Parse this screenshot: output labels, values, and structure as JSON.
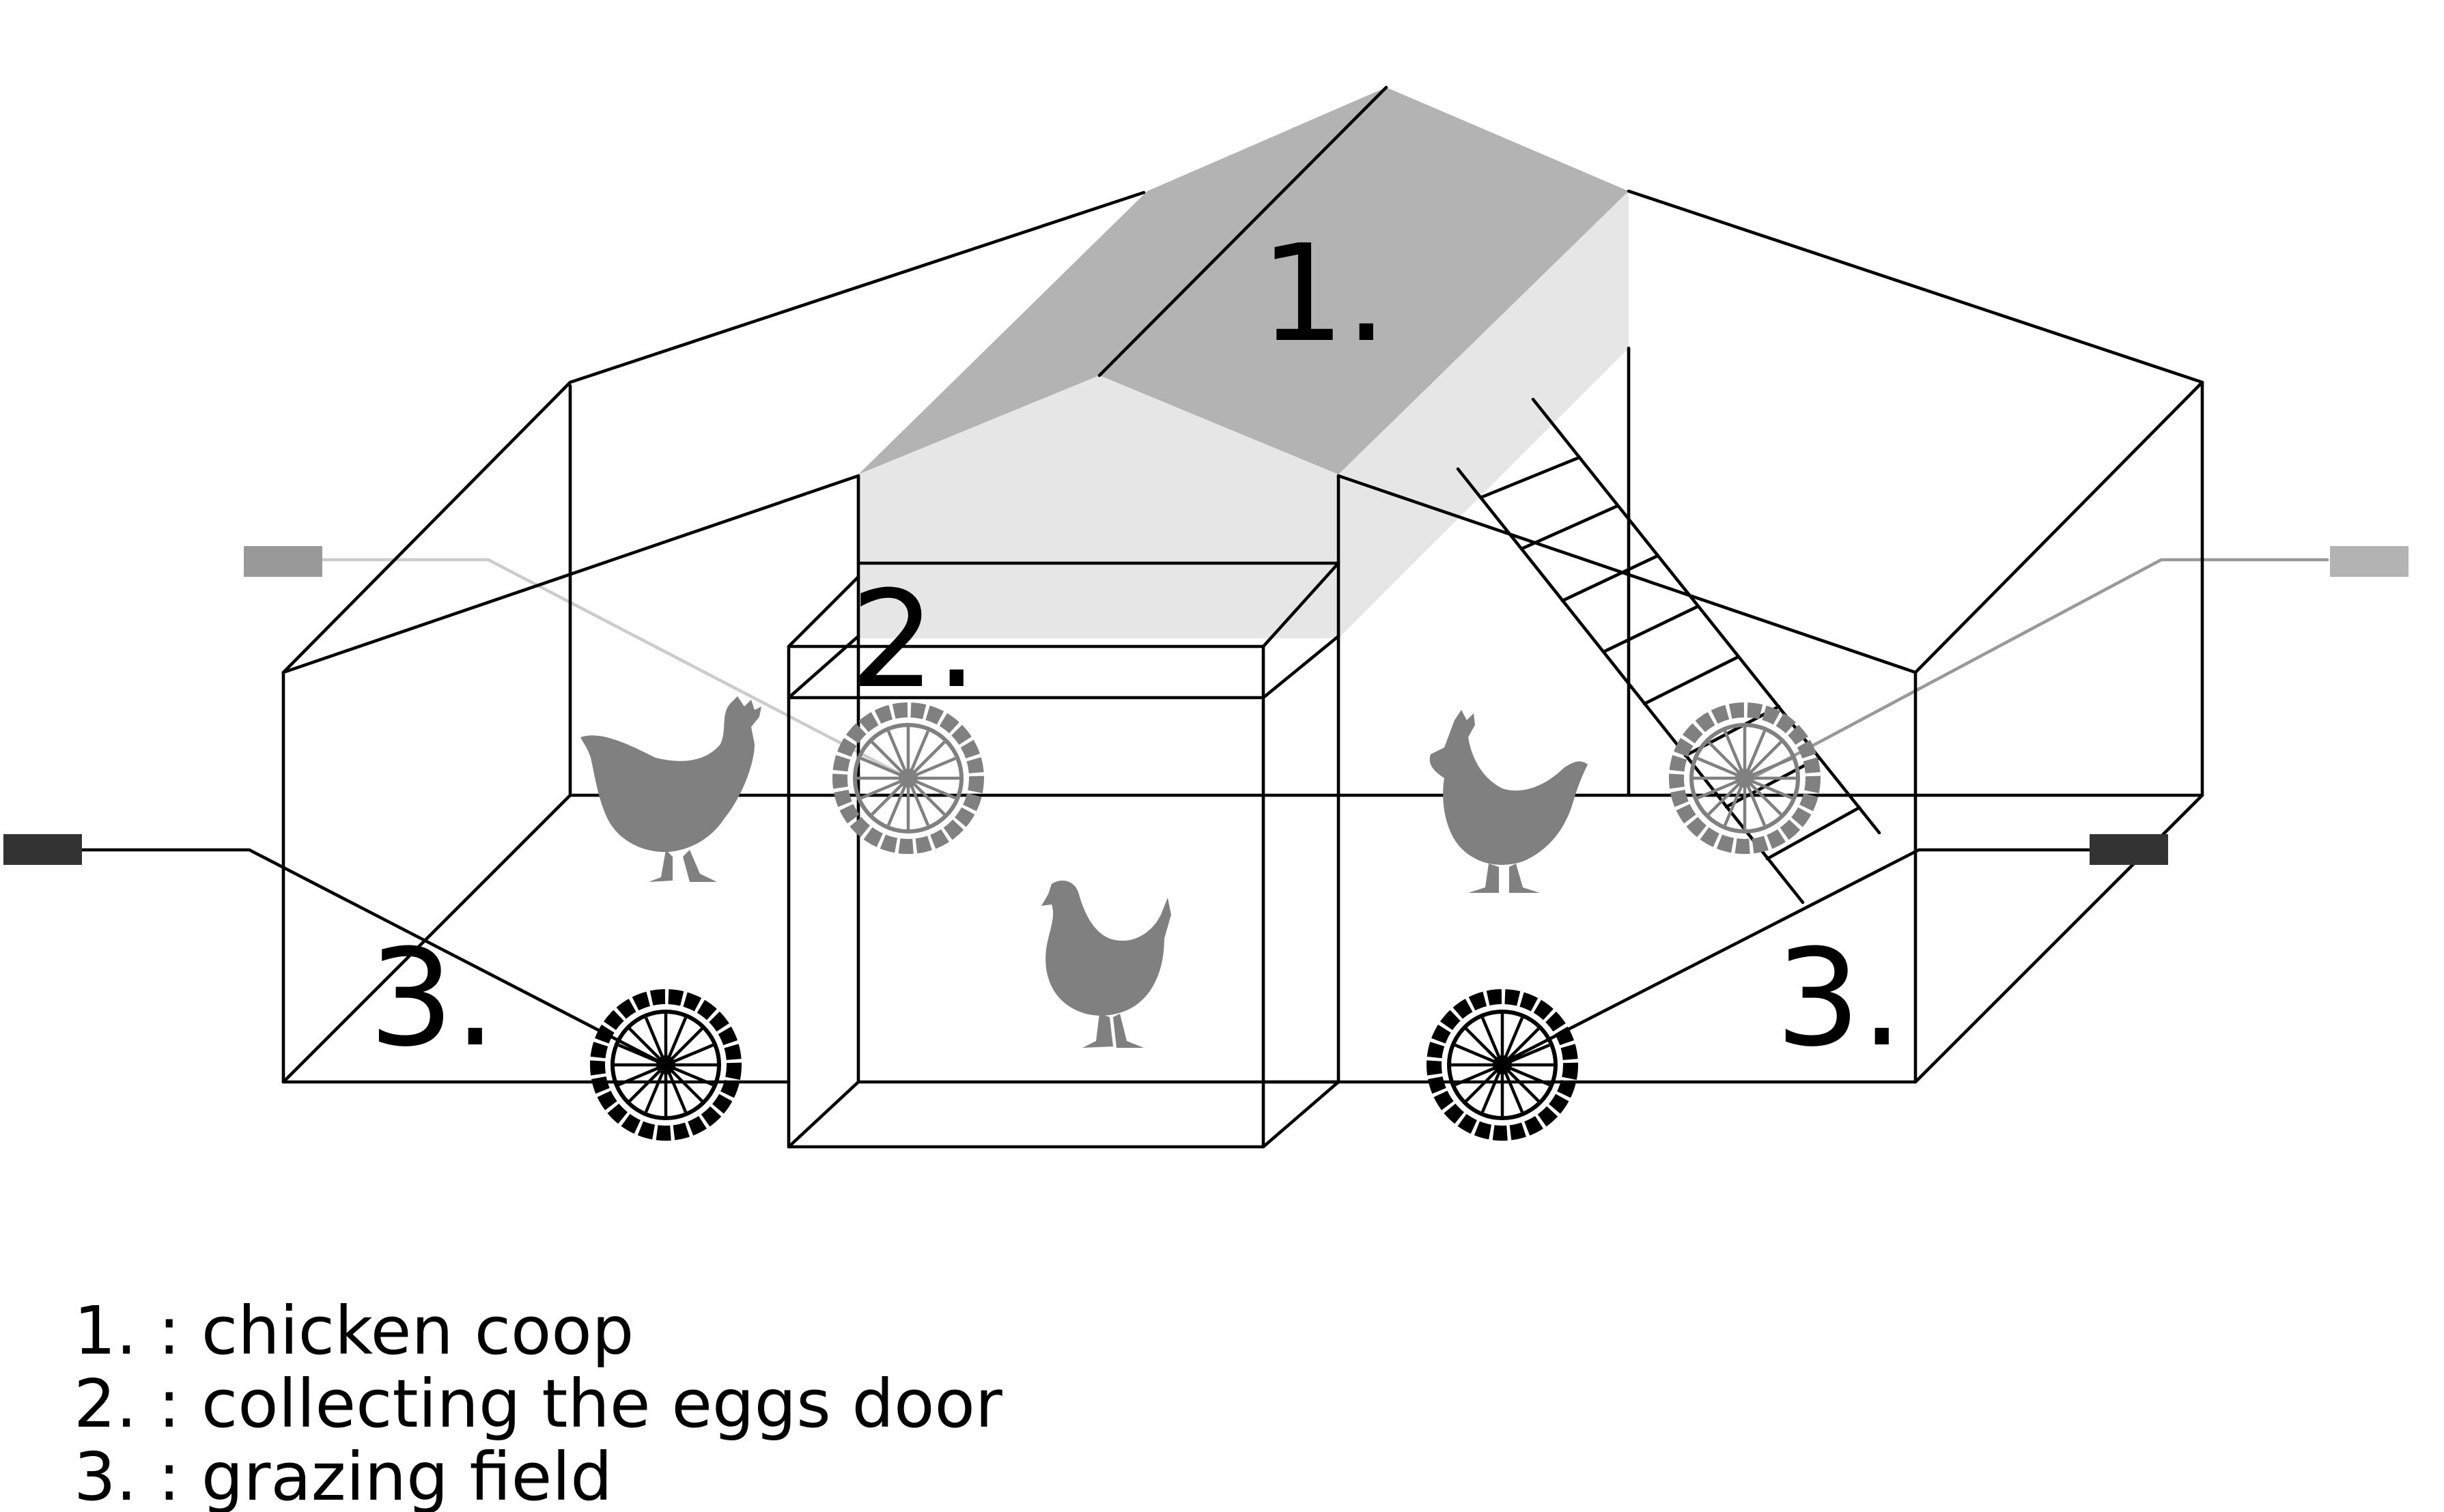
{
  "labels": {
    "coop": "1.",
    "egg_door": "2.",
    "field_left": "3.",
    "field_right": "3."
  },
  "legend": [
    "1. : chicken coop",
    "2. : collecting the eggs door",
    "3. : grazing field"
  ],
  "colors": {
    "roof_dark": "#b3b3b3",
    "roof_light": "#e6e6e6",
    "chicken": "#808080",
    "wheel_front": "#000000",
    "wheel_back": "#808080",
    "handle_front_left": "#333333",
    "handle_front_right": "#333333",
    "handle_back_left": "#999999",
    "handle_back_right": "#b3b3b3",
    "line": "#000000"
  }
}
